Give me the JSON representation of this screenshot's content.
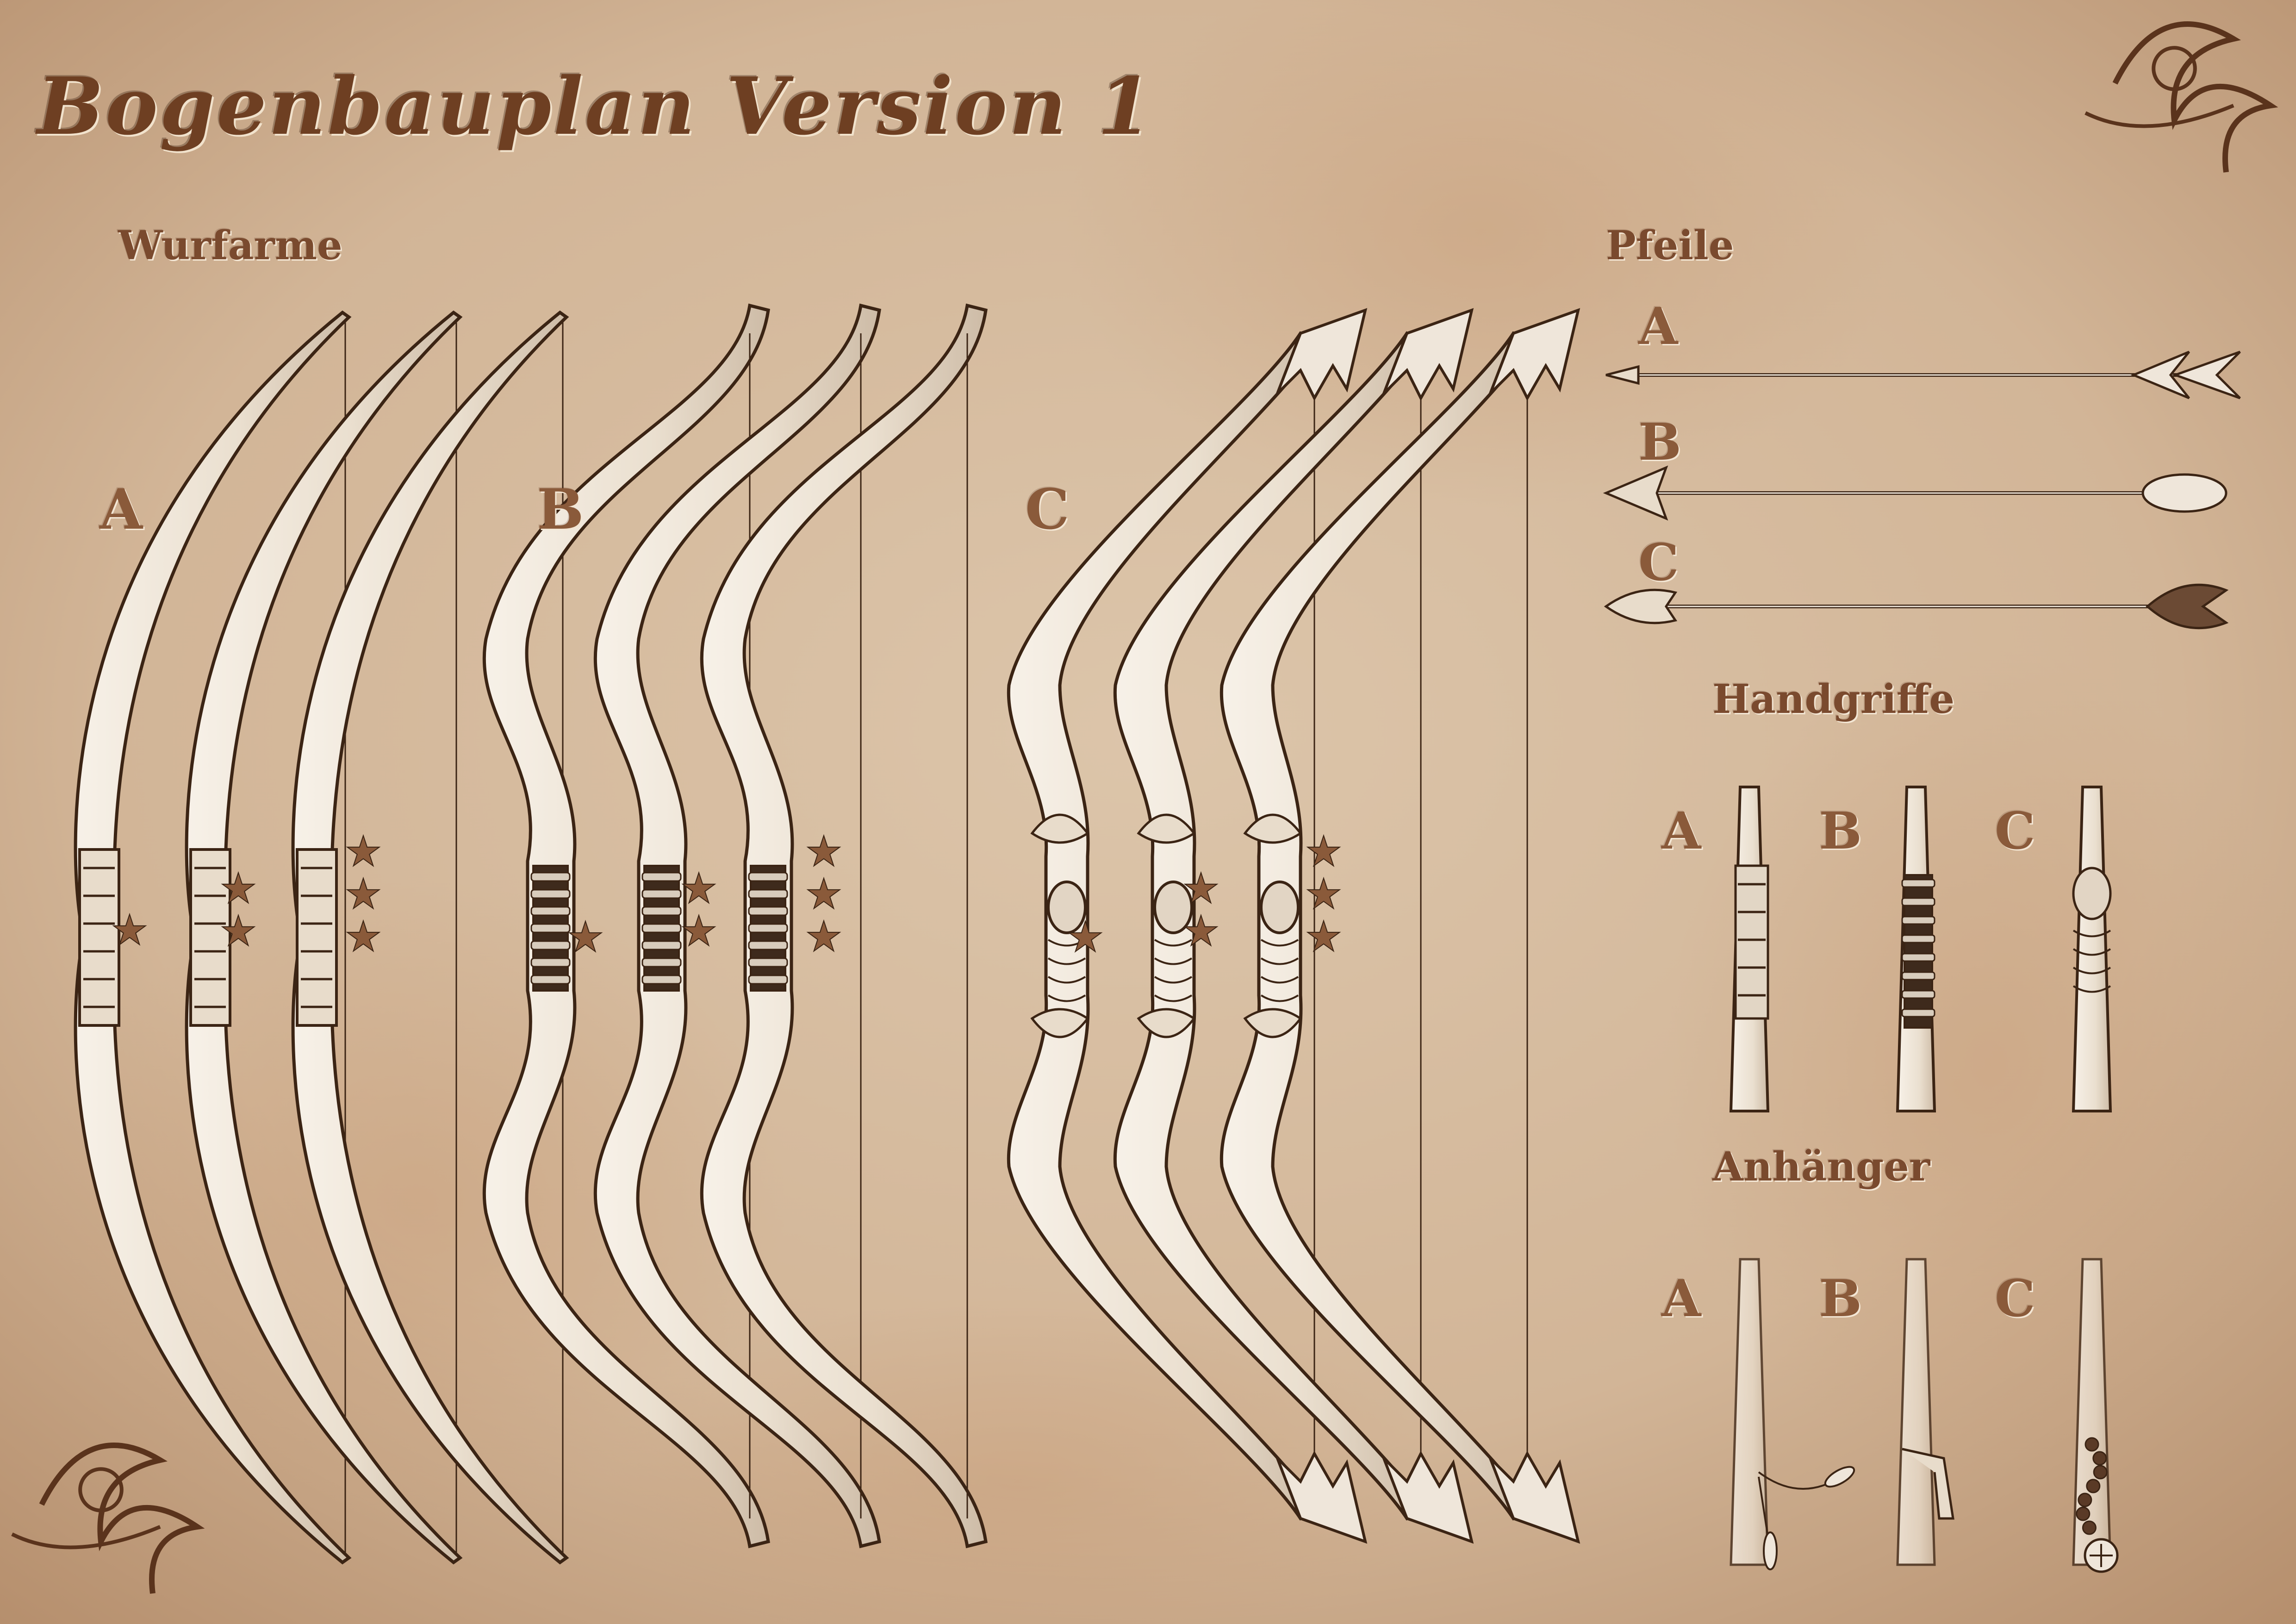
{
  "title": "Bogenbauplan Version 1",
  "sections": {
    "wurfarme": "Wurfarme",
    "pfeile": "Pfeile",
    "handgriffe": "Handgriffe",
    "anhaenger": "Anhänger"
  },
  "wurfarme_variants": [
    "A",
    "B",
    "C"
  ],
  "pfeile_variants": [
    "A",
    "B",
    "C"
  ],
  "handgriffe_variants": [
    "A",
    "B",
    "C"
  ],
  "anhaenger_variants": [
    "A",
    "B",
    "C"
  ],
  "star_ratings": [
    1,
    2,
    3,
    1,
    2,
    3,
    1,
    2,
    3
  ],
  "star_glyph": "★",
  "colors": {
    "paper": "#d9c1a6",
    "ink": "#3b2414",
    "label": "#7a4a2e",
    "wood": "#f3ece3"
  }
}
